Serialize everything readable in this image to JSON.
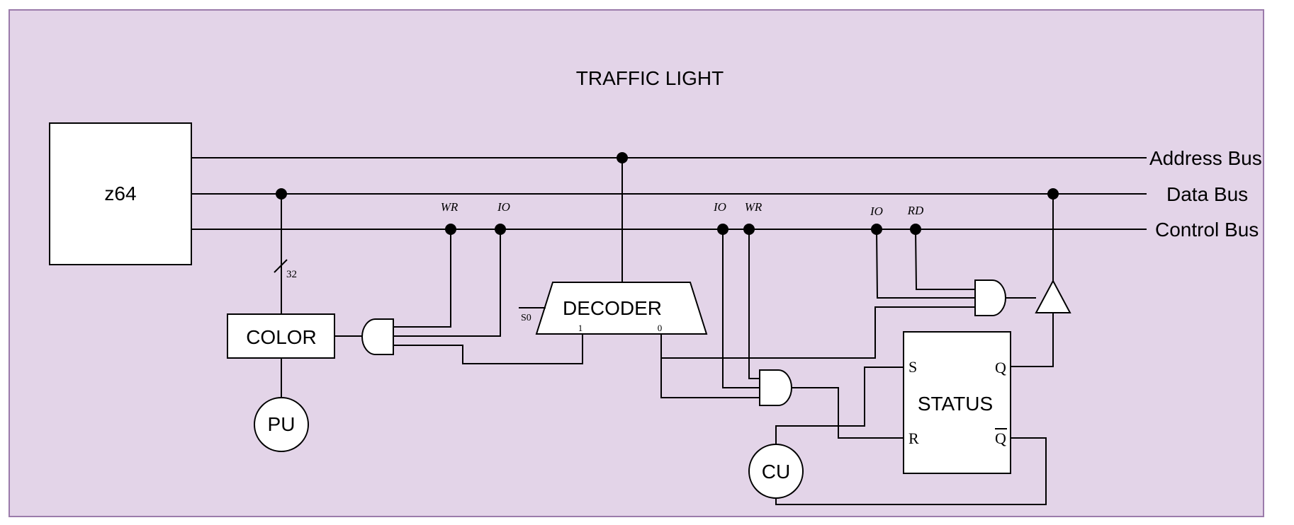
{
  "title": "TRAFFIC LIGHT",
  "colors": {
    "background": "#e3d4e8",
    "border": "#9b7bab",
    "ink": "#000000",
    "component_fill": "#ffffff"
  },
  "buses": {
    "address": "Address Bus",
    "data": "Data Bus",
    "control": "Control Bus"
  },
  "components": {
    "cpu": "z64",
    "color": "COLOR",
    "pu": "PU",
    "cu": "CU",
    "decoder": "DECODER",
    "status": "STATUS"
  },
  "decoder_ports": {
    "select": "S0",
    "out1": "1",
    "out0": "0"
  },
  "status_ports": {
    "s": "S",
    "r": "R",
    "q": "Q",
    "qbar": "Q"
  },
  "bus_width": "32",
  "signals": {
    "wr_left": "WR",
    "io_left": "IO",
    "io_mid": "IO",
    "wr_mid": "WR",
    "io_right": "IO",
    "rd_right": "RD"
  }
}
